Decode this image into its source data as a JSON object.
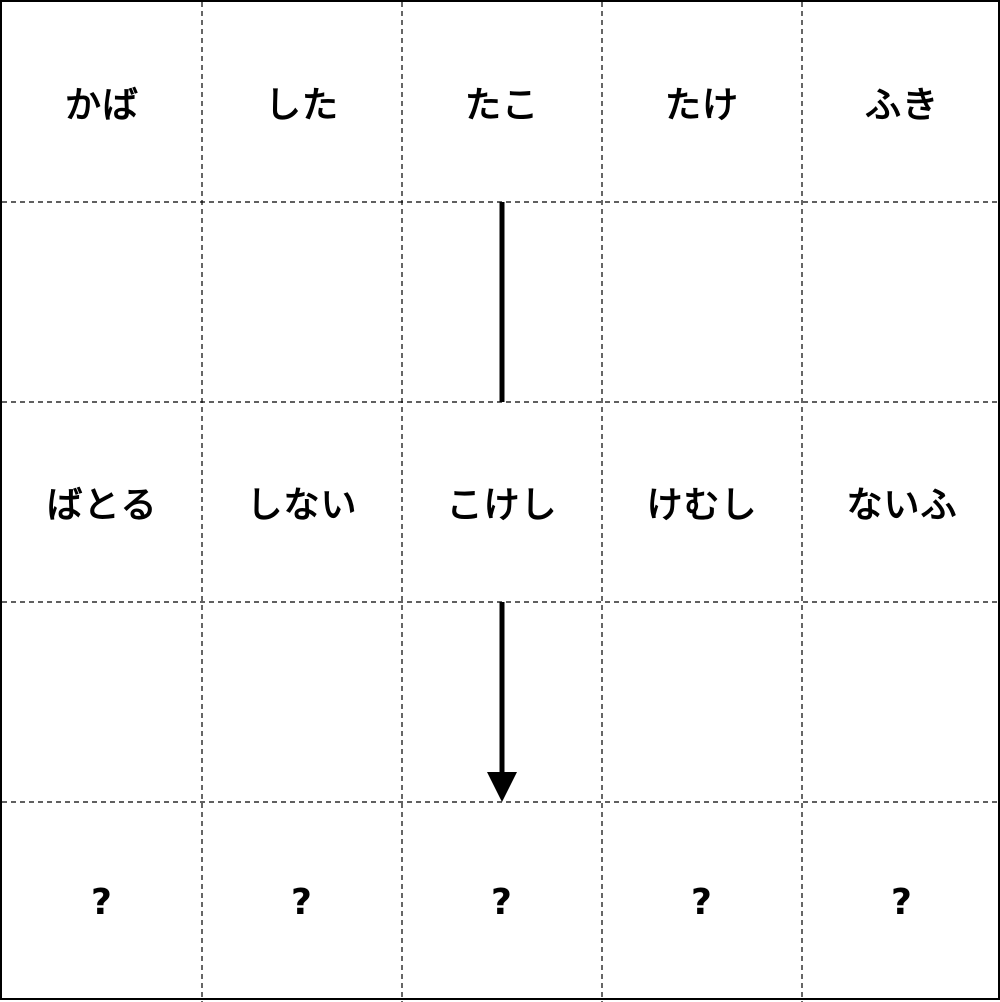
{
  "rows": [
    {
      "cells": [
        "かば",
        "した",
        "たこ",
        "たけ",
        "ふき"
      ]
    },
    {
      "cells": [
        "ばとる",
        "しない",
        "こけし",
        "けむし",
        "ないふ"
      ]
    },
    {
      "cells": [
        "?",
        "?",
        "?",
        "?",
        "?"
      ]
    }
  ],
  "colors": {
    "line": "#000000",
    "background": "#ffffff"
  }
}
